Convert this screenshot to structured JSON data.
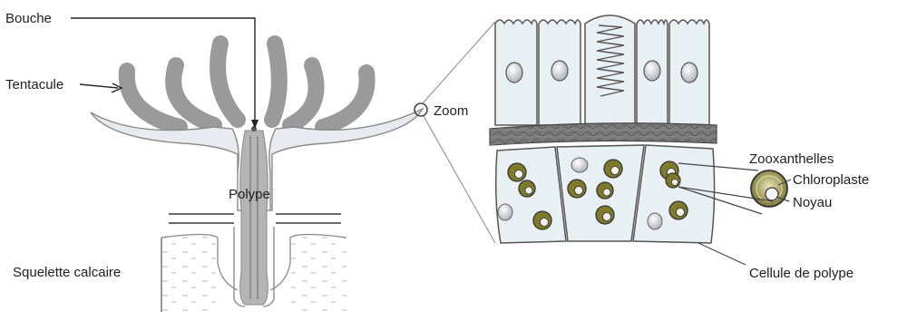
{
  "labels": {
    "bouche": "Bouche",
    "tentacule": "Tentacule",
    "polype": "Polype",
    "squelette": "Squelette calcaire",
    "zoom": "Zoom",
    "zooxanthelles": "Zooxanthelles",
    "chloroplaste": "Chloroplaste",
    "noyau": "Noyau",
    "cellule": "Cellule de polype"
  },
  "colors": {
    "tentacle_gray": "#9a9a9a",
    "polyp_light": "#e6eaee",
    "cell_fill": "#e9f0f4",
    "chloroplast_olive": "#7f7a2a",
    "membrane_dark": "#6e6e6e"
  }
}
